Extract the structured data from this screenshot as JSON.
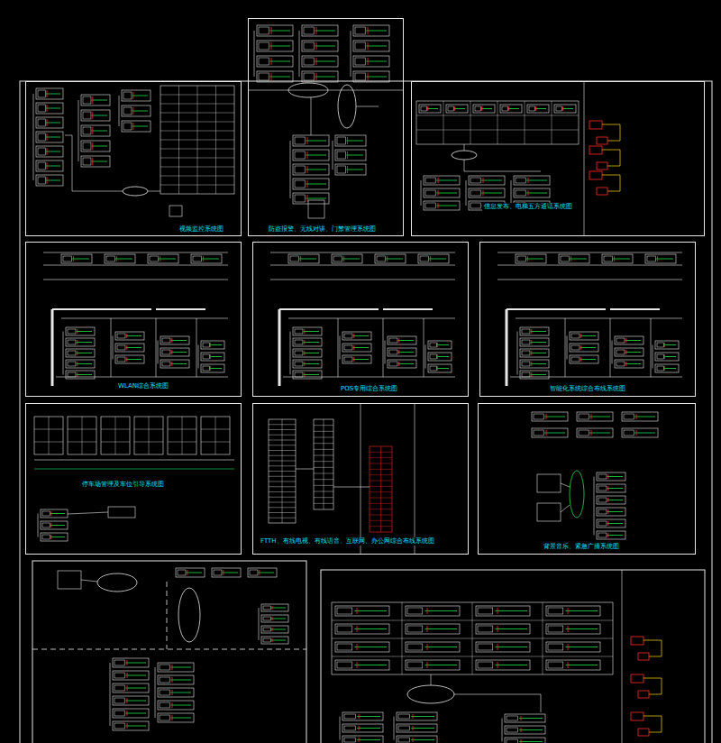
{
  "diagram": {
    "nodes": [
      {
        "text": [
          "视频监控系统图"
        ]
      },
      {
        "text": [
          "防盗报警、无线对讲、门禁管理系统图"
        ]
      },
      {
        "text": [
          "信息发布、电梯五方通话系统图"
        ]
      },
      {
        "text": [
          "WLAN综合系统图"
        ]
      },
      {
        "text": [
          "POS专用综合系统图"
        ]
      },
      {
        "text": [
          "智能化系统综合布线系统图"
        ]
      },
      {
        "text": [
          "停车场管理及车位引导系统图"
        ]
      },
      {
        "text": [
          "FTTH、有线电视、有线语音、互联网、办公网综合布线系统图"
        ]
      },
      {
        "text": [
          "背景音乐、紧急广播系统图"
        ]
      }
    ]
  }
}
